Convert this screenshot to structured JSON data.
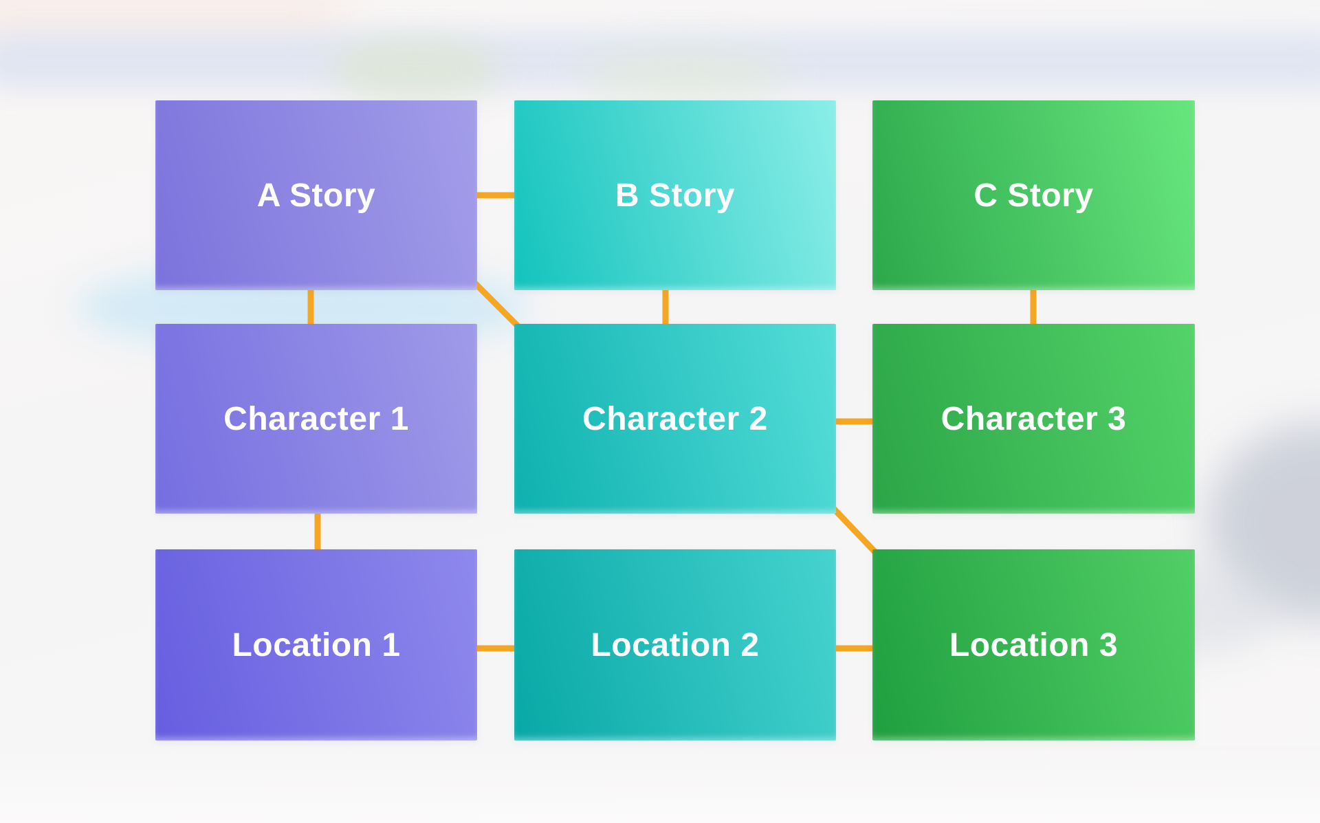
{
  "diagram": {
    "nodes": [
      {
        "id": "a-story",
        "label": "A Story",
        "row": 1,
        "col": 1,
        "color_from": "#7b73dc",
        "color_to": "#a39ee9"
      },
      {
        "id": "b-story",
        "label": "B Story",
        "row": 1,
        "col": 2,
        "color_from": "#13c3bd",
        "color_to": "#8ceee8"
      },
      {
        "id": "c-story",
        "label": "C Story",
        "row": 1,
        "col": 3,
        "color_from": "#2ca84b",
        "color_to": "#68e67e"
      },
      {
        "id": "character-1",
        "label": "Character 1",
        "row": 2,
        "col": 1,
        "color_from": "#756ee1",
        "color_to": "#a09be8"
      },
      {
        "id": "character-2",
        "label": "Character 2",
        "row": 2,
        "col": 2,
        "color_from": "#0db1af",
        "color_to": "#56ded9"
      },
      {
        "id": "character-3",
        "label": "Character 3",
        "row": 2,
        "col": 3,
        "color_from": "#2ba547",
        "color_to": "#54d369"
      },
      {
        "id": "location-1",
        "label": "Location 1",
        "row": 3,
        "col": 1,
        "color_from": "#665ee0",
        "color_to": "#8e89ec"
      },
      {
        "id": "location-2",
        "label": "Location 2",
        "row": 3,
        "col": 2,
        "color_from": "#08a8a6",
        "color_to": "#47d3cf"
      },
      {
        "id": "location-3",
        "label": "Location 3",
        "row": 3,
        "col": 3,
        "color_from": "#209f40",
        "color_to": "#52cf66"
      }
    ],
    "connectors": [
      {
        "from": "a-story",
        "to": "b-story",
        "type": "horizontal"
      },
      {
        "from": "a-story",
        "to": "character-1",
        "type": "vertical"
      },
      {
        "from": "a-story",
        "to": "character-2",
        "type": "diagonal"
      },
      {
        "from": "b-story",
        "to": "character-2",
        "type": "vertical"
      },
      {
        "from": "c-story",
        "to": "character-3",
        "type": "vertical"
      },
      {
        "from": "character-2",
        "to": "character-3",
        "type": "horizontal"
      },
      {
        "from": "character-1",
        "to": "location-1",
        "type": "vertical"
      },
      {
        "from": "character-2",
        "to": "location-3",
        "type": "diagonal"
      },
      {
        "from": "location-1",
        "to": "location-2",
        "type": "horizontal"
      },
      {
        "from": "location-2",
        "to": "location-3",
        "type": "horizontal"
      }
    ],
    "connector_color": "#F5A623",
    "text_color": "#FFFFFF"
  }
}
